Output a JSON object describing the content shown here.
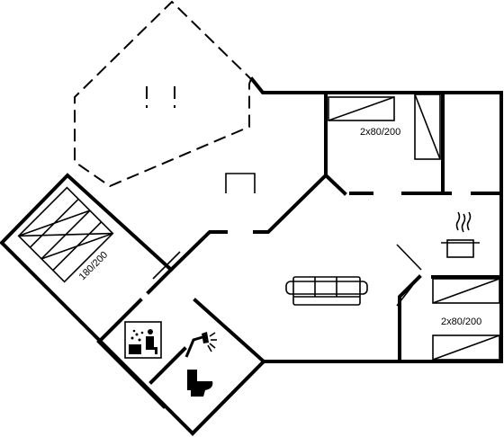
{
  "bed_labels": {
    "upper_right": "2x80/200",
    "left": "180/200",
    "lower_right": "2x80/200"
  },
  "icons": [
    "bed-icon",
    "sofa-icon",
    "cooking-pot-icon",
    "sauna-icon",
    "shower-icon",
    "toilet-icon"
  ],
  "colors": {
    "wall": "#000000",
    "background": "#ffffff"
  }
}
